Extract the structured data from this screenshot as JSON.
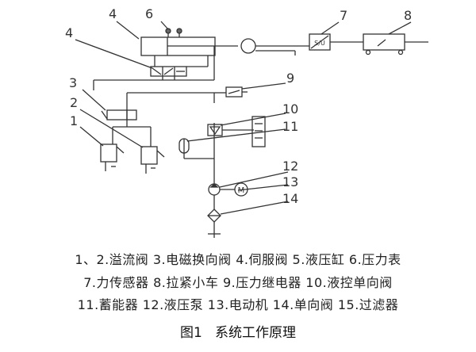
{
  "callouts": {
    "n1": "1",
    "n2": "2",
    "n3": "3",
    "n4a": "4",
    "n4b": "4",
    "n6": "6",
    "n7": "7",
    "n8": "8",
    "n9": "9",
    "n10": "10",
    "n11": "11",
    "n12": "12",
    "n13": "13",
    "n14": "14"
  },
  "legend": {
    "line1": "1、2.溢流阀   3.电磁换向阀   4.伺服阀   5.液压缸   6.压力表",
    "line2": "7.力传感器   8.拉紧小车   9.压力继电器   10.液控单向阀",
    "line3": "11.蓄能器   12.液压泵   13.电动机   14.单向阀   15.过滤器"
  },
  "caption": "图1   系统工作原理",
  "symbols": {
    "force_sensor": "S/U",
    "motor": "M"
  }
}
